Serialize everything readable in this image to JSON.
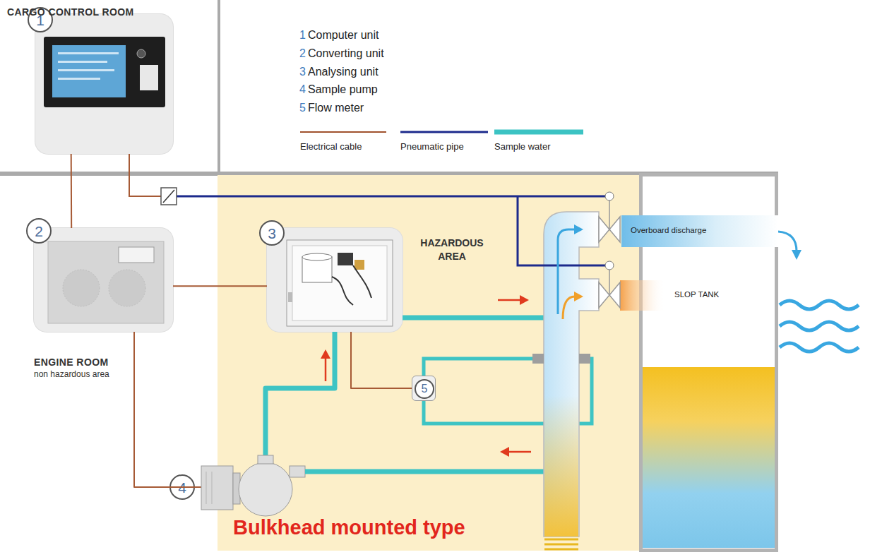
{
  "diagram": {
    "nodes": [
      {
        "text": [
          "1"
        ]
      },
      {
        "text": [
          "2"
        ]
      },
      {
        "text": [
          "HAZARDOUS AREA",
          "Bulkhead mounted type"
        ]
      },
      {
        "text": [
          "3"
        ],
        "in": 2
      },
      {
        "text": [
          "5"
        ],
        "in": 2
      },
      {
        "text": [
          "4"
        ]
      },
      {
        "text": [
          "Overboard discharge"
        ]
      },
      {
        "text": [
          "SLOP TANK"
        ]
      }
    ],
    "edges": [
      {
        "from": 0,
        "to": 1,
        "arrow": "none"
      },
      {
        "from": 1,
        "to": 3,
        "arrow": "none"
      },
      {
        "from": 1,
        "to": 5,
        "arrow": "none"
      },
      {
        "from": 3,
        "to": 4,
        "arrow": "none"
      },
      {
        "from": 5,
        "to": 3,
        "arrow": "none"
      }
    ],
    "labels": [
      "CARGO CONTROL ROOM",
      "1",
      "Computer unit",
      "2",
      "Converting unit",
      "3",
      "Analysing unit",
      "4",
      "Sample pump",
      "5",
      "Flow meter",
      "ENGINE ROOM",
      "non hazardous area"
    ],
    "legend": [
      {
        "text": "Electrical cable"
      },
      {
        "text": "Pneumatic pipe"
      },
      {
        "text": "Sample water"
      }
    ]
  }
}
